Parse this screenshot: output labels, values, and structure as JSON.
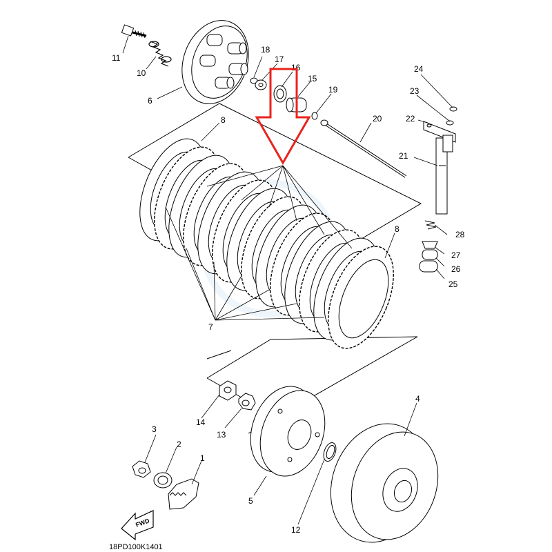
{
  "diagram_code": "18PD100K1401",
  "fwd_label": "FWD",
  "colors": {
    "line": "#000000",
    "arrow": "#e8231c",
    "watermark": "#cfe8f5"
  },
  "parts": [
    {
      "num": "1"
    },
    {
      "num": "2"
    },
    {
      "num": "3"
    },
    {
      "num": "4"
    },
    {
      "num": "5"
    },
    {
      "num": "6"
    },
    {
      "num": "7"
    },
    {
      "num": "8"
    },
    {
      "num": "8"
    },
    {
      "num": "10"
    },
    {
      "num": "11"
    },
    {
      "num": "12"
    },
    {
      "num": "13"
    },
    {
      "num": "14"
    },
    {
      "num": "15"
    },
    {
      "num": "16"
    },
    {
      "num": "17"
    },
    {
      "num": "18"
    },
    {
      "num": "19"
    },
    {
      "num": "20"
    },
    {
      "num": "21"
    },
    {
      "num": "22"
    },
    {
      "num": "23"
    },
    {
      "num": "24"
    },
    {
      "num": "25"
    },
    {
      "num": "26"
    },
    {
      "num": "27"
    },
    {
      "num": "28"
    }
  ],
  "highlight": {
    "type": "arrow-down",
    "target_part": "16"
  }
}
